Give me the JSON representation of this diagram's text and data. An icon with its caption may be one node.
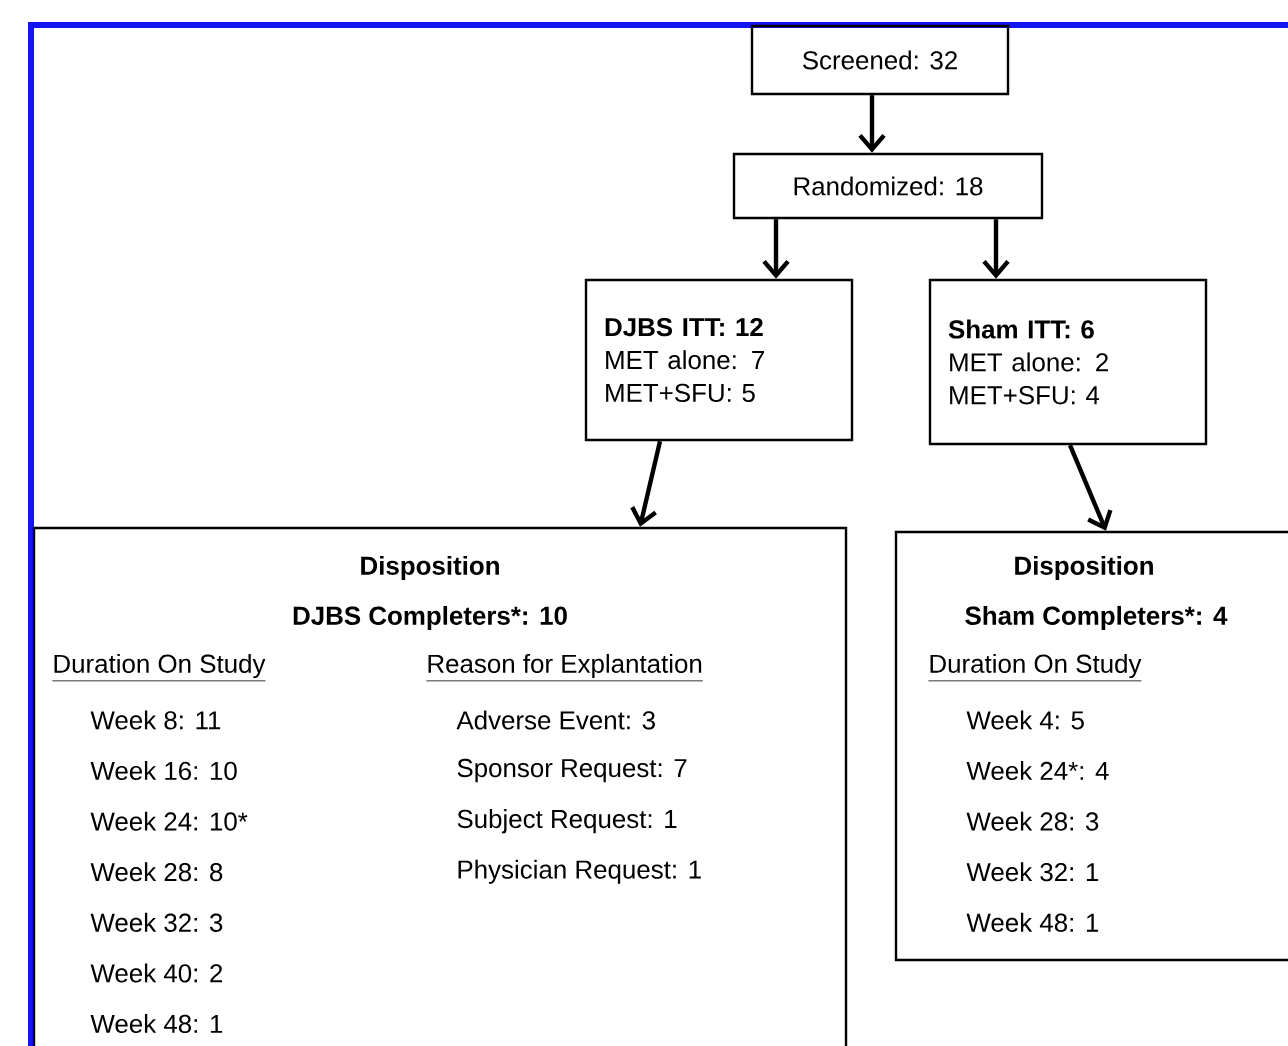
{
  "diagram": {
    "nodes": [
      {
        "text": [
          "Screened: 32"
        ]
      },
      {
        "text": [
          "Randomized: 18"
        ]
      },
      {
        "text": [
          "DJBS ITT: 12",
          "MET alone: 7",
          "MET+SFU: 5"
        ]
      },
      {
        "text": [
          "Sham ITT: 6",
          "MET alone: 2",
          "MET+SFU: 4"
        ]
      },
      {
        "text": [
          "Disposition",
          "DJBS Completers*: 10",
          "Duration On Study",
          "Week 8: 11",
          "Week 16: 10",
          "Week 24: 10*",
          "Week 28: 8",
          "Week 32: 3",
          "Week 40: 2",
          "Week 48: 1",
          "Reason for Explantation",
          "Adverse Event: 3",
          "Sponsor Request: 7",
          "Subject Request: 1",
          "Physician Request: 1"
        ]
      },
      {
        "text": [
          "Disposition",
          "Sham Completers*: 4",
          "Duration On Study",
          "Week 4: 5",
          "Week 24*: 4",
          "Week 28: 3",
          "Week 32: 1",
          "Week 48: 1"
        ]
      }
    ],
    "edges": [
      {
        "from": 0,
        "to": 1,
        "arrow": "to"
      },
      {
        "from": 1,
        "to": 2,
        "arrow": "to"
      },
      {
        "from": 1,
        "to": 3,
        "arrow": "to"
      },
      {
        "from": 2,
        "to": 4,
        "arrow": "to"
      },
      {
        "from": 3,
        "to": 5,
        "arrow": "to"
      }
    ]
  }
}
